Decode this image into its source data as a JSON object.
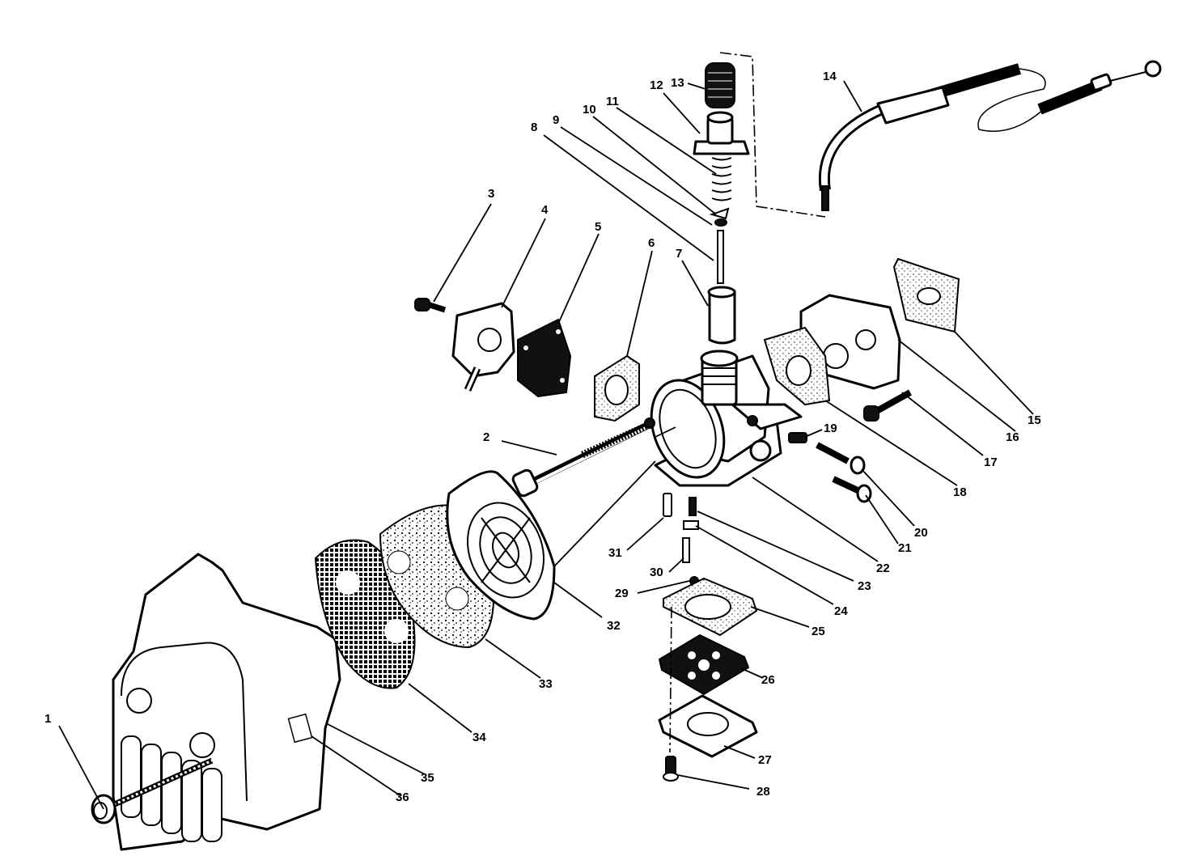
{
  "labels": [
    "1",
    "2",
    "3",
    "4",
    "5",
    "6",
    "7",
    "8",
    "9",
    "10",
    "11",
    "12",
    "13",
    "14",
    "15",
    "16",
    "17",
    "18",
    "19",
    "20",
    "21",
    "22",
    "23",
    "24",
    "25",
    "26",
    "27",
    "28",
    "29",
    "30",
    "31",
    "32",
    "33",
    "34",
    "35",
    "36"
  ],
  "colors": {
    "ink": "#000000",
    "paper": "#ffffff"
  }
}
